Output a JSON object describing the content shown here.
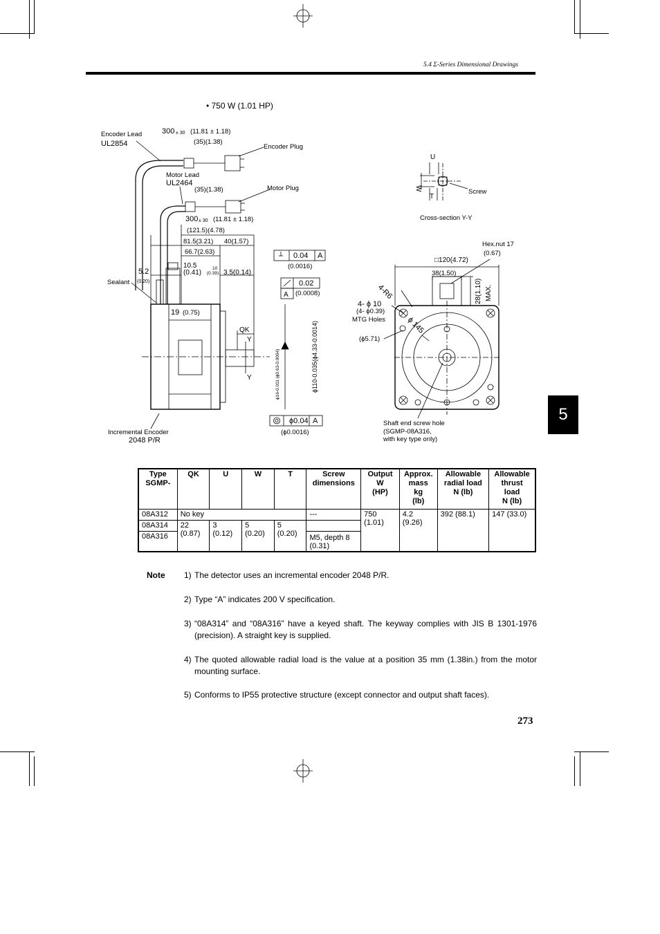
{
  "header": {
    "section": "5.4 Σ-Series Dimensional Drawings"
  },
  "subtitle": "• 750 W (1.01 HP)",
  "tab_number": "5",
  "page_number": "273",
  "drawing": {
    "encoder_lead": "Encoder Lead",
    "encoder_lead_ul": "UL2854",
    "dim_300_top": "300",
    "tol_pm30": "± 30",
    "dim_300_top_in": "(11.81 ± 1.18)",
    "dim_35_top": "(35)(1.38)",
    "encoder_plug": "Encoder Plug",
    "motor_lead": "Motor Lead",
    "motor_lead_ul": "UL2464",
    "dim_35_mid": "(35)(1.38)",
    "motor_plug": "Motor Plug",
    "dim_300_mid": "300",
    "dim_300_mid_in": "(11.81 ± 1.18)",
    "dim_121": "(121.5)(4.78)",
    "dim_81": "81.5(3.21)",
    "dim_40": "40(1.57)",
    "dim_66": "66.7(2.63)",
    "perp_tol": "0.04",
    "perp_ref": "A",
    "perp_in": "(0.0016)",
    "dim_10_5": "10.5",
    "dim_10_5_in": "(0.41)",
    "dim_10": "10",
    "dim_10_in": "(0.39)",
    "dim_3_5": "3.5(0.14)",
    "dim_5_2": "5.2",
    "dim_5_2_in": "(0.20)",
    "sealant": "Sealant",
    "runout_tol": "0.02",
    "runout_in": "(0.0008)",
    "datum_a": "A",
    "dim_19": "19",
    "dim_19_in": "(0.75)",
    "qk": "QK",
    "y_top": "Y",
    "y_bot": "Y",
    "shaft_dia": "ϕ16-0.011 (ϕ0.63-0.0004)",
    "spigot_dia": "ϕ110-0.035(ϕ4.33-0.0014)",
    "conc_tol": "ϕ0.04",
    "conc_ref": "A",
    "conc_in": "(ϕ0.0016)",
    "incremental_encoder": "Incremental Encoder",
    "encoder_ppr": "2048 P/R",
    "cs_u": "U",
    "cs_w": "W",
    "cs_t": "T",
    "cs_screw": "Screw",
    "cs_caption": "Cross-section Y-Y",
    "hexnut": "Hex.nut 17",
    "hexnut_in": "(0.67)",
    "sq_120": "□120(4.72)",
    "dim_38": "38(1.50)",
    "dim_28": "28(1.10)",
    "max": "MAX.",
    "r6": "4-R6",
    "holes": "4- ϕ 10",
    "holes_in": "(4- ϕ0.39)",
    "mtg_holes": "MTG Holes",
    "pcd": "ϕ 145",
    "pcd_in": "(ϕ5.71)",
    "shaft_screw": "Shaft end screw hole",
    "shaft_screw_model": "(SGMP-08A316,",
    "shaft_screw_note": "with key type only)"
  },
  "table": {
    "headers": [
      "Type SGMP-",
      "QK",
      "U",
      "W",
      "T",
      "Screw dimensions",
      "Output W (HP)",
      "Approx. mass kg (lb)",
      "Allowable radial load N (lb)",
      "Allowable thrust load N (lb)"
    ],
    "header_lines": [
      [
        "Type",
        "SGMP-"
      ],
      [
        "QK"
      ],
      [
        "U"
      ],
      [
        "W"
      ],
      [
        "T"
      ],
      [
        "Screw",
        "dimensions"
      ],
      [
        "Output",
        "W",
        "(HP)"
      ],
      [
        "Approx.",
        "mass",
        "kg",
        "(lb)"
      ],
      [
        "Allowable",
        "radial load",
        "N (lb)"
      ],
      [
        "Allowable",
        "thrust",
        "load",
        "N (lb)"
      ]
    ],
    "types": [
      "08A312",
      "08A314",
      "08A316"
    ],
    "no_key": "No key",
    "qk": "22\n(0.87)",
    "u": "3\n(0.12)",
    "w": "5\n(0.20)",
    "t": "5\n(0.20)",
    "screw_none": "---",
    "screw_m5": "M5, depth 8\n(0.31)",
    "output": "750\n(1.01)",
    "mass": "4.2\n(9.26)",
    "radial": "392 (88.1)",
    "thrust": "147 (33.0)"
  },
  "notes": {
    "label": "Note",
    "items": [
      {
        "num": "1)",
        "text": "The detector uses an incremental encoder 2048 P/R."
      },
      {
        "num": "2)",
        "text": "Type “A” indicates 200 V specification."
      },
      {
        "num": "3)",
        "text": "“08A314” and “08A316” have a keyed shaft. The keyway complies with JIS B 1301-1976 (precision). A straight key is supplied."
      },
      {
        "num": "4)",
        "text": "The quoted allowable radial load is the value at a position 35 mm (1.38in.) from the motor mounting surface."
      },
      {
        "num": "5)",
        "text": "Conforms to IP55 protective structure (except connector and output shaft faces)."
      }
    ]
  }
}
